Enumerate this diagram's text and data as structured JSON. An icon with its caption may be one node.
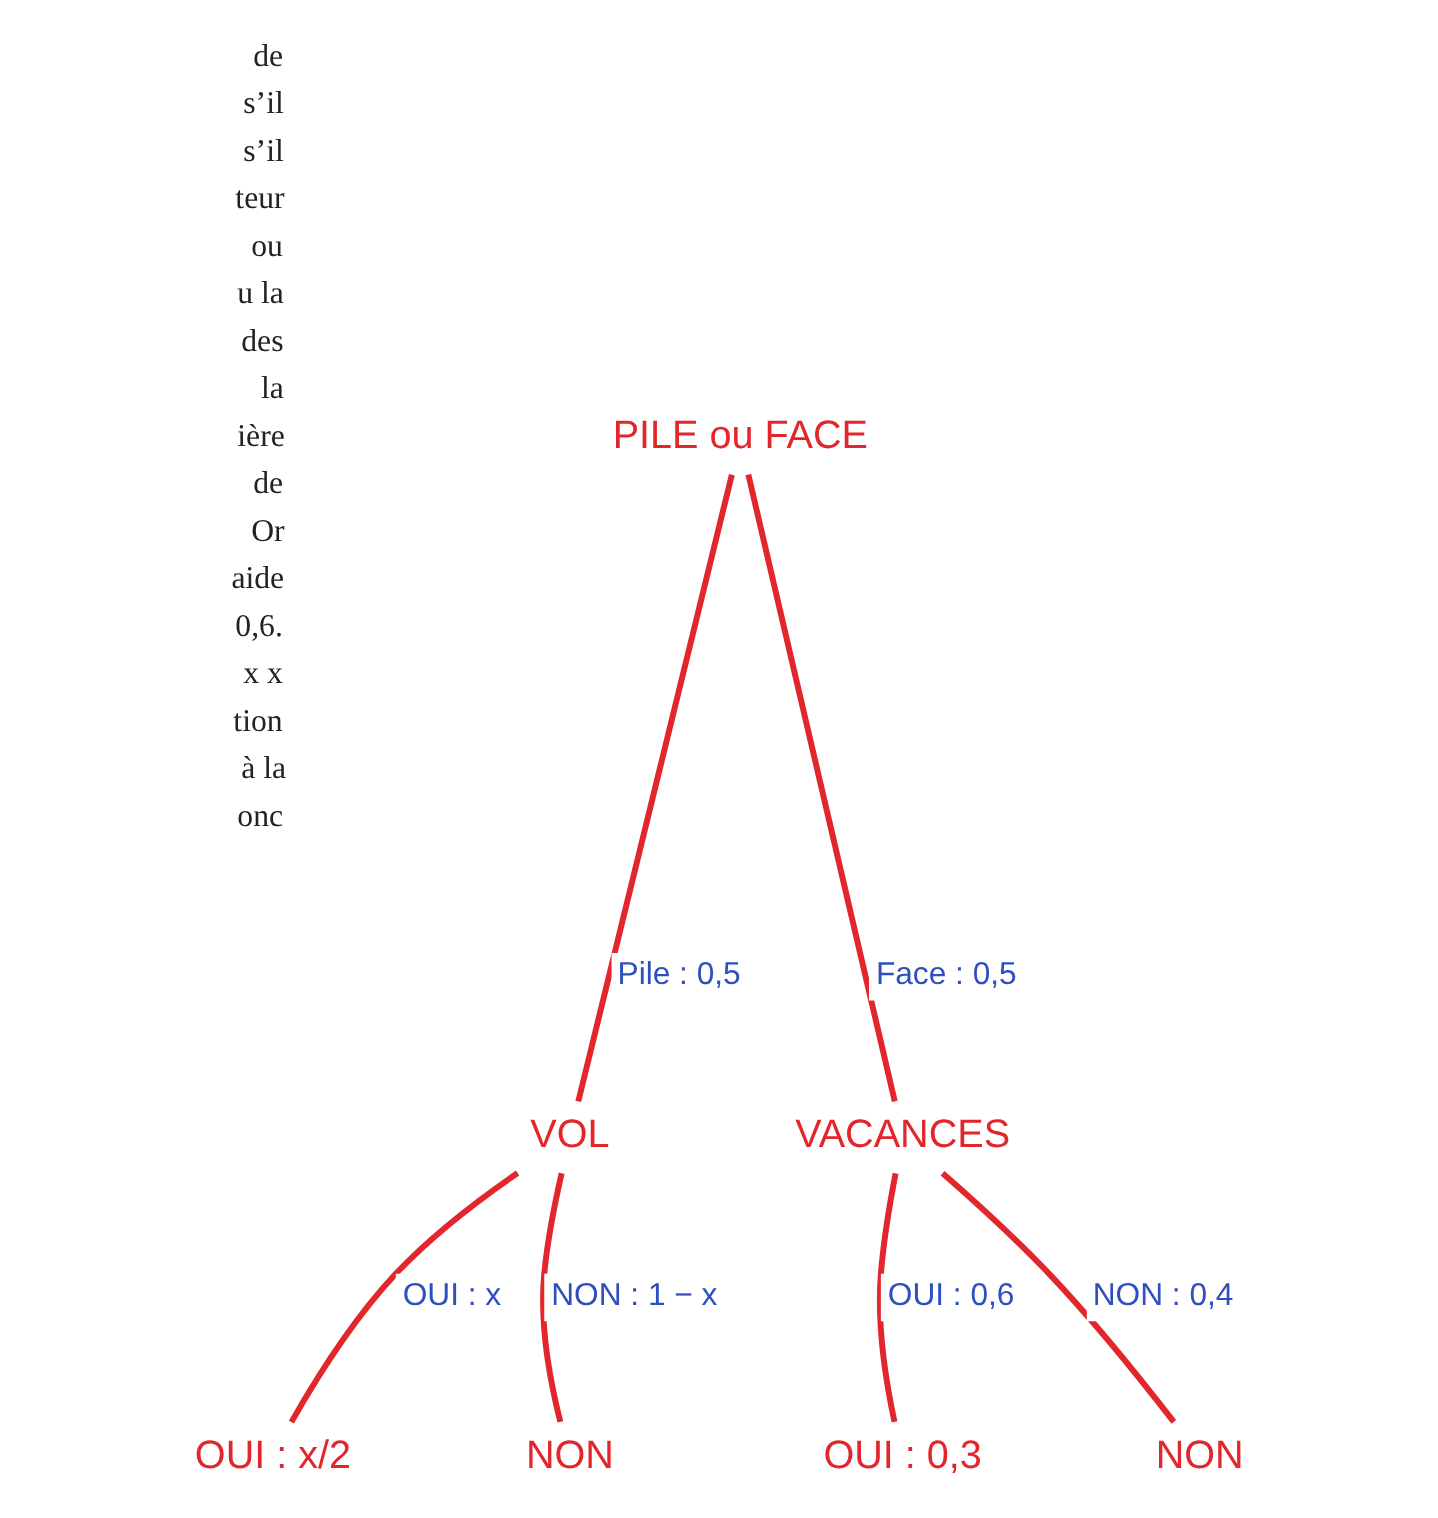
{
  "diagram": {
    "nodes": [
      {
        "text": [
          "PILE ou FACE"
        ]
      },
      {
        "text": [
          "VOL"
        ]
      },
      {
        "text": [
          "VACANCES"
        ]
      },
      {
        "text": [
          "OUI : x/2"
        ]
      },
      {
        "text": [
          "NON"
        ]
      },
      {
        "text": [
          "OUI : 0,3"
        ]
      },
      {
        "text": [
          "NON"
        ]
      }
    ],
    "edges": [
      {
        "from": 0,
        "to": 1,
        "arrow": "none",
        "label": "Pile : 0,5"
      },
      {
        "from": 0,
        "to": 2,
        "arrow": "none",
        "label": "Face : 0,5"
      },
      {
        "from": 1,
        "to": 3,
        "arrow": "none",
        "label": "OUI : x"
      },
      {
        "from": 1,
        "to": 4,
        "arrow": "none",
        "label": "NON : 1 − x"
      },
      {
        "from": 2,
        "to": 5,
        "arrow": "none",
        "label": "OUI : 0,6"
      },
      {
        "from": 2,
        "to": 6,
        "arrow": "none",
        "label": "NON : 0,4"
      }
    ],
    "labels": [
      "de",
      "s’il",
      "s’il",
      "teur",
      "ou",
      "u la",
      "des",
      "la",
      "ière",
      "de",
      "Or",
      "aide",
      "0,6.",
      "x x",
      "tion",
      "à la",
      "onc"
    ]
  }
}
